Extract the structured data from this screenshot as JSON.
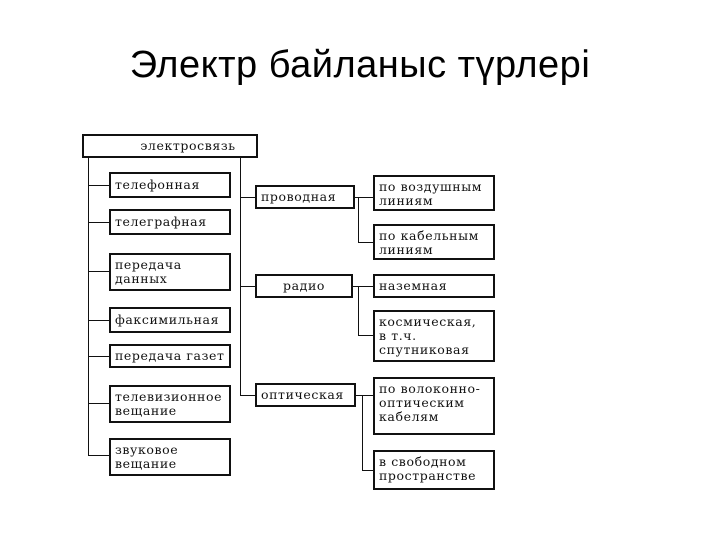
{
  "title": "Электр байланыс түрлері",
  "diagram": {
    "root": "электросвязь",
    "services": [
      "телефонная",
      "телеграфная",
      "передача\nданных",
      "факсимильная",
      "передача газет",
      "телевизионное\nвещание",
      "звуковое\nвещание"
    ],
    "media": [
      {
        "label": "проводная",
        "sub": [
          "по воздушным\nлиниям",
          "по кабельным\nлиниям"
        ]
      },
      {
        "label": "радио",
        "sub": [
          "наземная",
          "космическая,\nв т.ч.\nспутниковая"
        ]
      },
      {
        "label": "оптическая",
        "sub": [
          "по волоконно-\nоптическим\nкабелям",
          "в свободном\nпространстве"
        ]
      }
    ]
  }
}
